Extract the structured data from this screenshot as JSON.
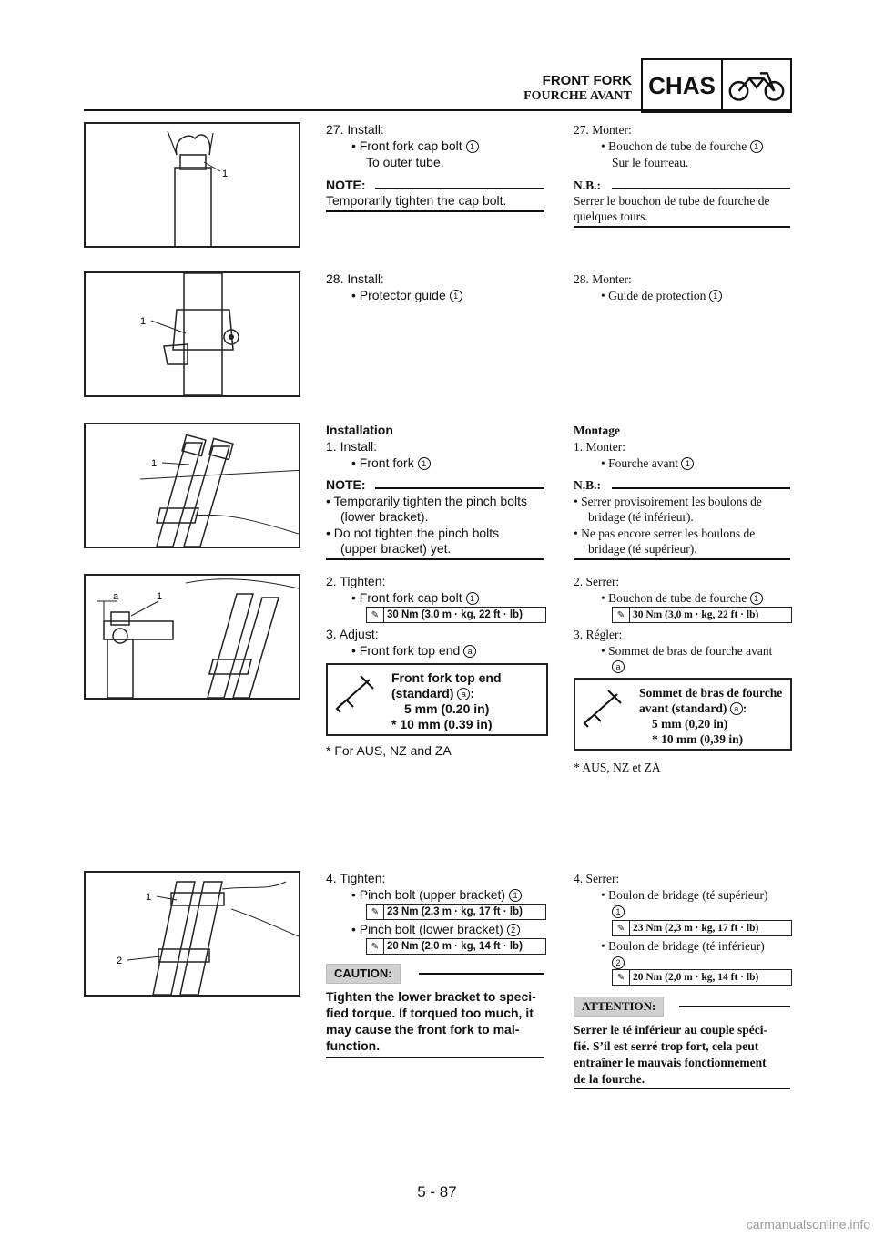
{
  "header": {
    "title_en": "FRONT FORK",
    "title_fr": "FOURCHE AVANT",
    "section": "CHAS"
  },
  "page_number": "5 - 87",
  "watermark": "carmanualsonline.info",
  "callouts": {
    "one": "1",
    "two": "2",
    "a": "a"
  },
  "sec1": {
    "en": {
      "step": "27. Install:",
      "item": "• Front fork cap bolt",
      "sub": "To outer tube.",
      "note_label": "NOTE:",
      "note": "Temporarily tighten the cap bolt."
    },
    "fr": {
      "step": "27. Monter:",
      "item": "• Bouchon de tube de fourche",
      "sub": "Sur le fourreau.",
      "note_label": "N.B.:",
      "note1": "Serrer le bouchon de tube de fourche de",
      "note2": "quelques tours."
    }
  },
  "sec2": {
    "en": {
      "step": "28. Install:",
      "item": "• Protector guide"
    },
    "fr": {
      "step": "28. Monter:",
      "item": "• Guide de protection"
    }
  },
  "sec3": {
    "en": {
      "heading": "Installation",
      "step": "1.  Install:",
      "item": "• Front fork",
      "note_label": "NOTE:",
      "b1a": "•  Temporarily tighten the pinch bolts",
      "b1b": "(lower bracket).",
      "b2a": "•  Do not tighten the pinch bolts",
      "b2b": "(upper bracket) yet."
    },
    "fr": {
      "heading": "Montage",
      "step": "1.  Monter:",
      "item": "• Fourche avant",
      "note_label": "N.B.:",
      "b1a": "•  Serrer provisoirement les boulons de",
      "b1b": "bridage (té inférieur).",
      "b2a": "•  Ne pas encore serrer les boulons de",
      "b2b": "bridage (té supérieur)."
    }
  },
  "sec4": {
    "en": {
      "step2": "2.  Tighten:",
      "item2": "• Front fork cap bolt",
      "torque": "30 Nm (3.0 m · kg, 22 ft · lb)",
      "step3": "3.  Adjust:",
      "item3": "• Front fork top end",
      "spec_l1": "Front fork top end",
      "spec_l2": "(standard)",
      "spec_l3": "5 mm (0.20 in)",
      "spec_l4": "* 10 mm (0.39 in)",
      "footnote": "* For AUS, NZ and ZA"
    },
    "fr": {
      "step2": "2.  Serrer:",
      "item2": "• Bouchon de tube de fourche",
      "torque": "30 Nm (3,0 m · kg, 22 ft · lb)",
      "step3": "3.  Régler:",
      "item3": "• Sommet de bras de fourche avant",
      "spec_l1": "Sommet de bras de fourche",
      "spec_l2": "avant (standard)",
      "spec_l3": "5 mm (0,20 in)",
      "spec_l4": "* 10 mm (0,39 in)",
      "footnote": "* AUS, NZ et ZA"
    }
  },
  "sec5": {
    "en": {
      "step": "4.  Tighten:",
      "item1": "• Pinch bolt (upper bracket)",
      "torque1": "23 Nm (2.3 m · kg, 17 ft · lb)",
      "item2": "• Pinch bolt (lower bracket)",
      "torque2": "20 Nm (2.0 m · kg, 14 ft · lb)",
      "caution_label": "CAUTION:",
      "c1": "Tighten the lower bracket to speci-",
      "c2": "fied torque. If torqued too much, it",
      "c3": "may cause the front fork to mal-",
      "c4": "function."
    },
    "fr": {
      "step": "4.  Serrer:",
      "item1": "• Boulon de bridage (té supérieur)",
      "torque1": "23 Nm (2,3 m · kg, 17 ft · lb)",
      "item2": "• Boulon de bridage (té inférieur)",
      "torque2": "20 Nm (2,0 m · kg, 14 ft · lb)",
      "caution_label": "ATTENTION:",
      "c1": "Serrer le té inférieur au couple spéci-",
      "c2": "fié. S’il est serré trop fort, cela peut",
      "c3": "entraîner le mauvais fonctionnement",
      "c4": "de la fourche."
    }
  }
}
